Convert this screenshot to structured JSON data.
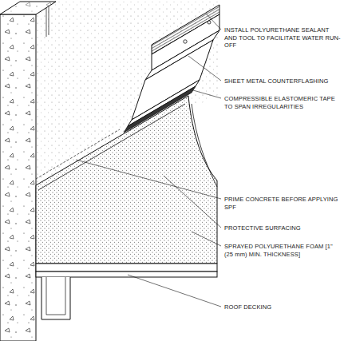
{
  "diagram": {
    "labels": [
      "INSTALL POLYURETHANE SEALANT AND TOOL TO FACILITATE WATER RUN-OFF",
      "SHEET METAL COUNTERFLASHING",
      "COMPRESSIBLE ELASTOMERIC TAPE TO SPAN IRREGULARITIES",
      "PRIME CONCRETE BEFORE APPLYING SPF",
      "PROTECTIVE SURFACING",
      "SPRAYED POLYURETHANE FOAM [1\" (25 mm) MIN. THICKNESS]",
      "ROOF DECKING"
    ]
  }
}
